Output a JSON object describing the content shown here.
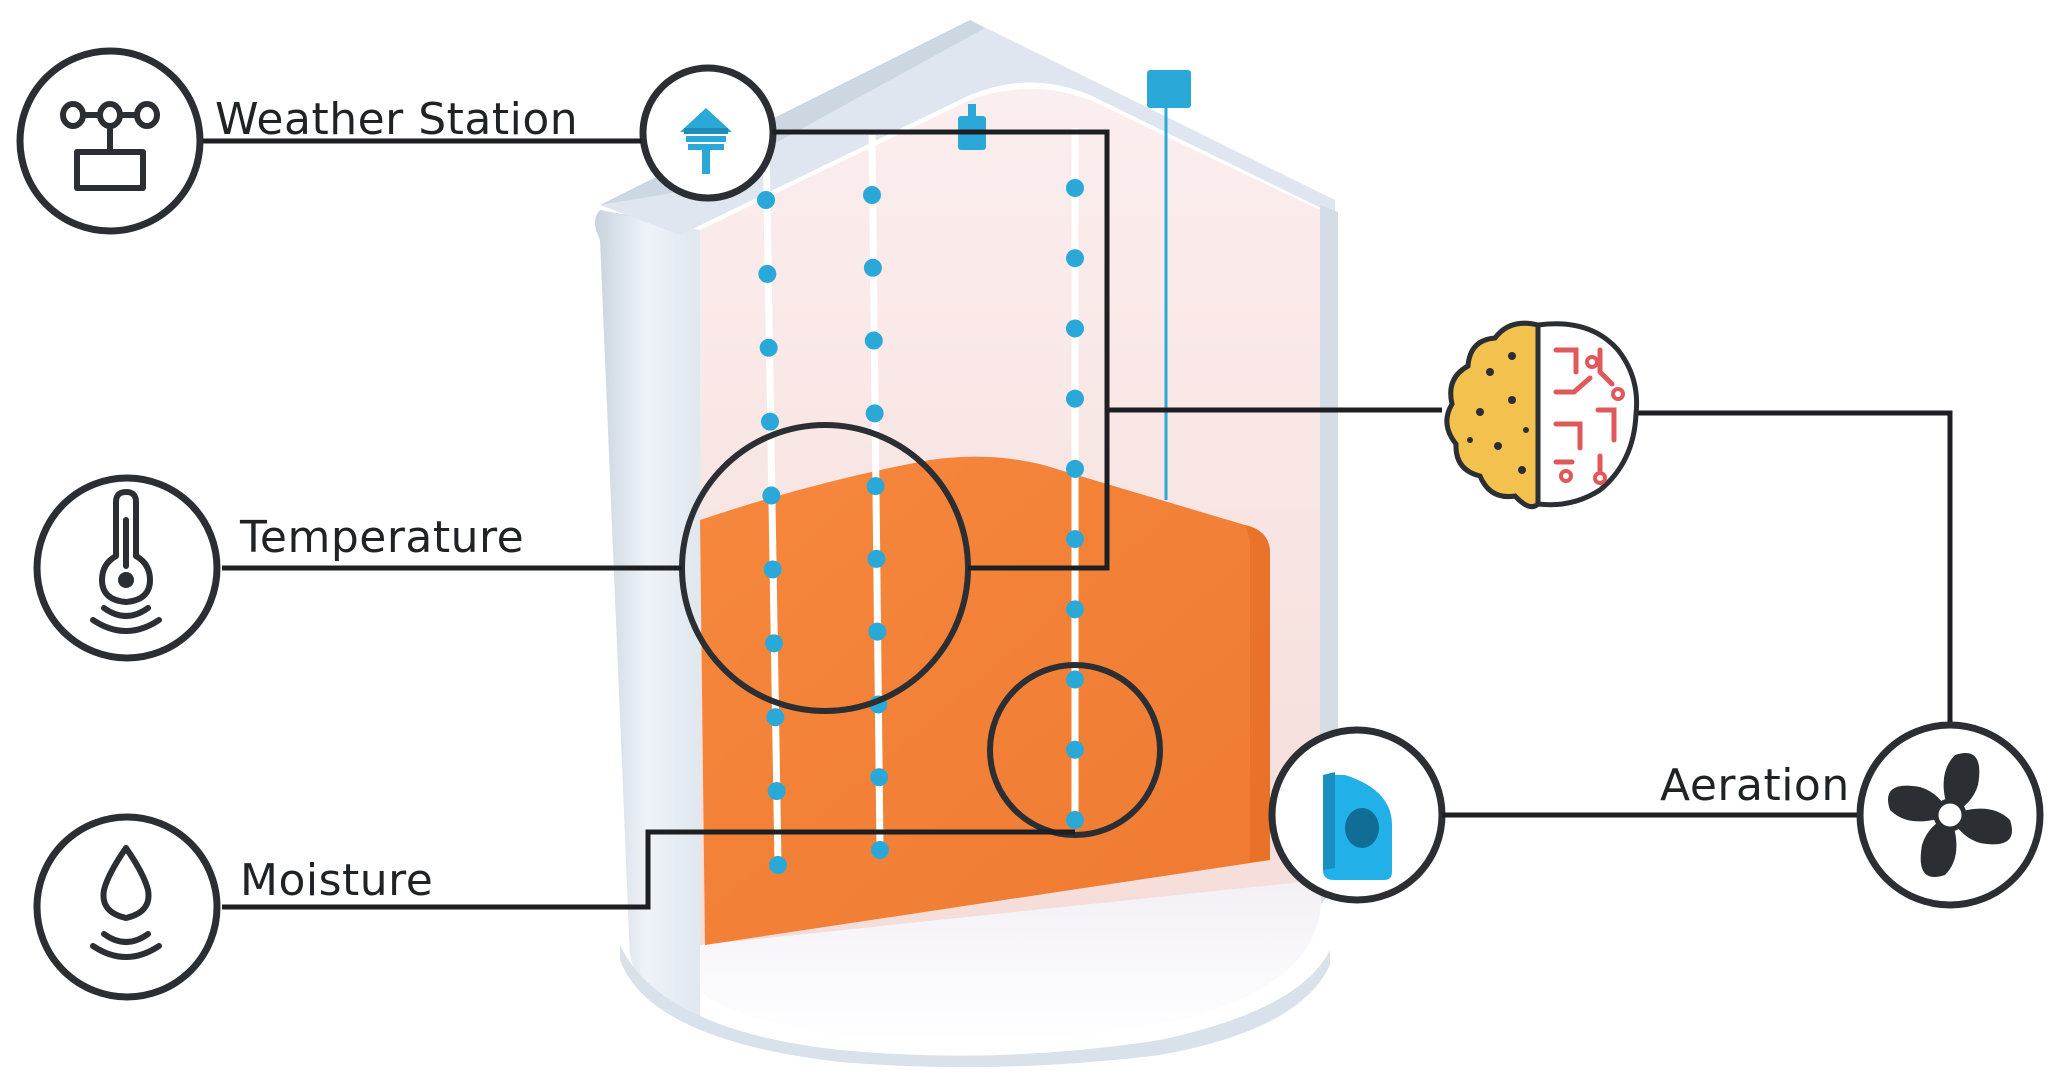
{
  "labels": {
    "weather_station": "Weather Station",
    "temperature": "Temperature",
    "moisture": "Moisture",
    "aeration": "Aeration"
  },
  "colors": {
    "outline": "#2b2f33",
    "grain": "#f7853a",
    "sensor": "#2aa9d8",
    "brain_left": "#f2c14e",
    "brain_right": "#e0585b",
    "silo_wall": "#e4ecf3"
  },
  "icons": {
    "weather_station": "anemometer-icon",
    "temperature": "thermometer-icon",
    "moisture": "water-drop-icon",
    "aeration": "fan-icon",
    "controller": "brain-circuit-icon"
  }
}
